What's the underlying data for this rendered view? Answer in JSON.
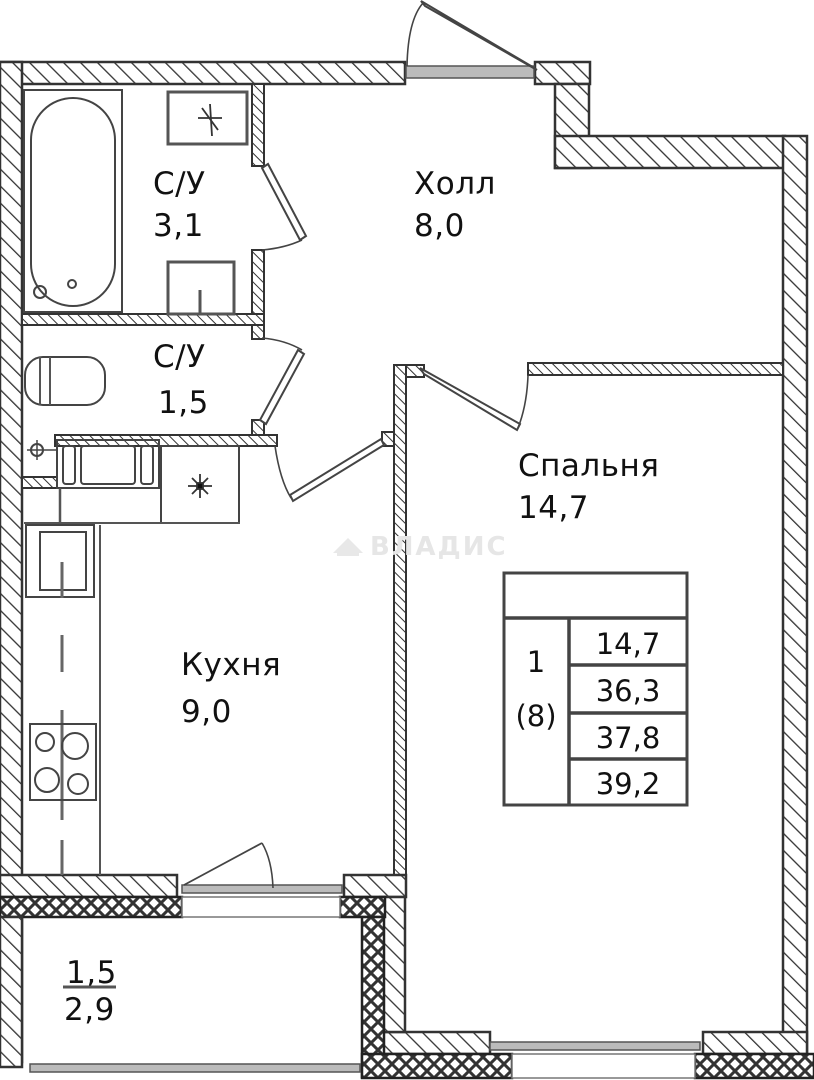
{
  "plan": {
    "type": "apartment-floor-plan",
    "rooms": [
      {
        "id": "bathroom-large",
        "name": "С/У",
        "area": "3,1"
      },
      {
        "id": "hall",
        "name": "Холл",
        "area": "8,0"
      },
      {
        "id": "bathroom-small",
        "name": "С/У",
        "area": "1,5"
      },
      {
        "id": "bedroom",
        "name": "Спальня",
        "area": "14,7"
      },
      {
        "id": "kitchen",
        "name": "Кухня",
        "area": "9,0"
      }
    ],
    "balcony": {
      "area_reduced": "1,5",
      "area_full": "2,9"
    },
    "summary_table": {
      "rooms_label": "1",
      "floor_label": "(8)",
      "values": [
        "14,7",
        "36,3",
        "37,8",
        "39,2"
      ]
    },
    "watermark": "ВЛАДИС"
  }
}
